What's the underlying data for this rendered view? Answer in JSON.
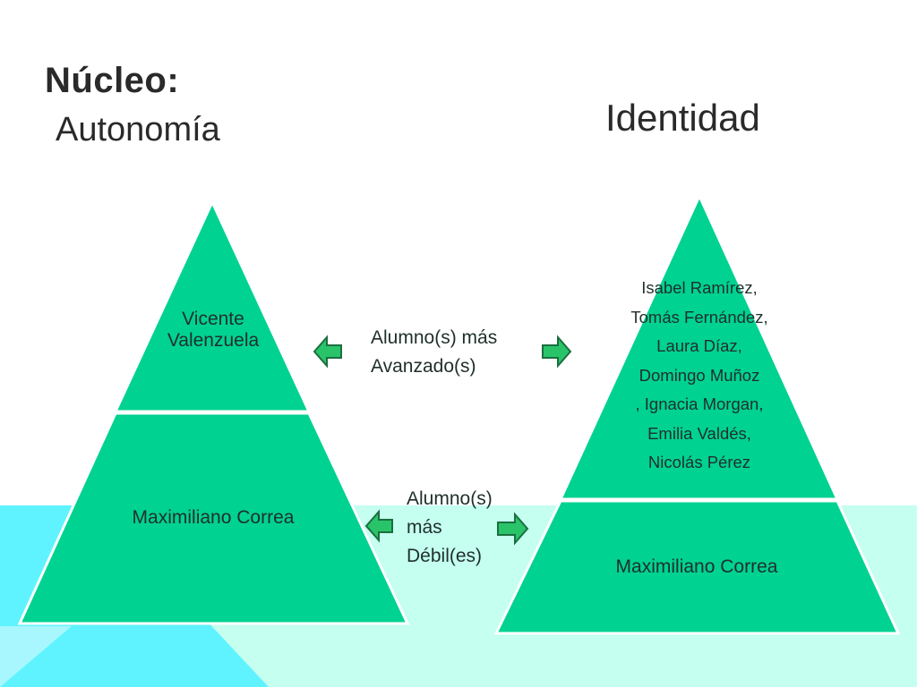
{
  "titles": {
    "left_bold": "Núcleo:",
    "left_sub": "Autonomía",
    "right": "Identidad"
  },
  "left_pyramid": {
    "top": "Vicente Valenzuela",
    "bottom": "Maximiliano Correa"
  },
  "right_pyramid": {
    "top_list": [
      "Isabel Ramírez,",
      "Tomás Fernández,",
      "Laura Díaz,",
      "Domingo Muñoz",
      ", Ignacia Morgan,",
      "Emilia Valdés,",
      "Nicolás Pérez"
    ],
    "bottom": "Maximiliano Correa"
  },
  "center_labels": {
    "advanced": [
      "Alumno(s) más",
      "Avanzado(s)"
    ],
    "weak": [
      "Alumno(s)",
      "más",
      "Débil(es)"
    ]
  },
  "colors": {
    "pyramid_fill": "#00d291",
    "pyramid_stroke": "#ffffff",
    "arrow_fill": "#29c46a",
    "arrow_stroke": "#1b6e3f",
    "background_cyan": "#5ff3ff",
    "background_mint": "#c4fff0"
  },
  "icons": {
    "advanced_left": "arrow-left-icon",
    "advanced_right": "arrow-right-icon",
    "weak_left": "arrow-left-icon",
    "weak_right": "arrow-right-icon"
  }
}
